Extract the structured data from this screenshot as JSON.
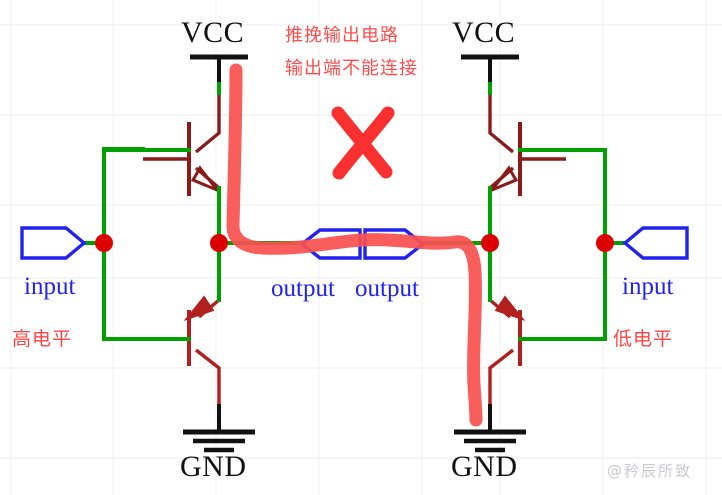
{
  "diagram": {
    "title_note_line1": "推挽输出电路",
    "title_note_line2": "输出端不能连接",
    "error_mark": "X",
    "watermark": "@矜辰所致",
    "colors": {
      "wire_green": "#00a000",
      "component_darkred": "#8b1a1a",
      "junction_red": "#dd0000",
      "port_blue": "#2222ee",
      "highlight_red": "#f9504f",
      "note_red": "#ff4d4d",
      "ground_black": "#111111",
      "grid": "#f4f4f6"
    },
    "left_circuit": {
      "vcc_label": "VCC",
      "gnd_label": "GND",
      "input_label": "input",
      "output_label": "output",
      "level_label": "高电平"
    },
    "right_circuit": {
      "vcc_label": "VCC",
      "gnd_label": "GND",
      "input_label": "input",
      "output_label": "output",
      "level_label": "低电平"
    }
  }
}
